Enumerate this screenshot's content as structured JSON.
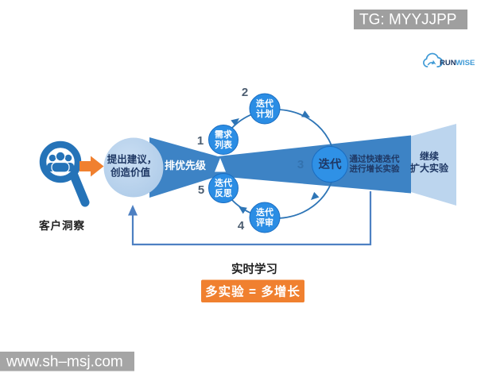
{
  "overlay": {
    "tg_watermark": "TG: MYYJJPP",
    "site_watermark": "www.sh–msj.com"
  },
  "logo": {
    "run": "RUN",
    "wise": "WISE"
  },
  "insight": {
    "label": "客户洞察"
  },
  "suggest": {
    "line1": "提出建议，",
    "line2": "创造价值"
  },
  "funnel": {
    "prioritize": "排优先级",
    "growth_line1": "通过快速迭代",
    "growth_line2": "进行增长实验",
    "scale_line1": "继续",
    "scale_line2": "扩大实验"
  },
  "cycle": {
    "step1": {
      "num": "1",
      "line1": "需求",
      "line2": "列表"
    },
    "step2": {
      "num": "2",
      "line1": "迭代",
      "line2": "计划"
    },
    "step3": {
      "num": "3",
      "label": "迭代"
    },
    "step4": {
      "num": "4",
      "line1": "迭代",
      "line2": "评审"
    },
    "step5": {
      "num": "5",
      "line1": "迭代",
      "line2": "反思"
    }
  },
  "bottom": {
    "realtime": "实时学习",
    "banner": "多实验 = 多增长"
  },
  "colors": {
    "funnel_blue": "#3d83c5",
    "node_blue": "#2b8de4",
    "light_blue": "#b7d1ec",
    "trapezoid_blue": "#bcd5ee",
    "navy_text": "#1f3864",
    "orange": "#f0802f",
    "arc_blue": "#2e75b6",
    "watermark_gray": "#9f9f9f"
  }
}
